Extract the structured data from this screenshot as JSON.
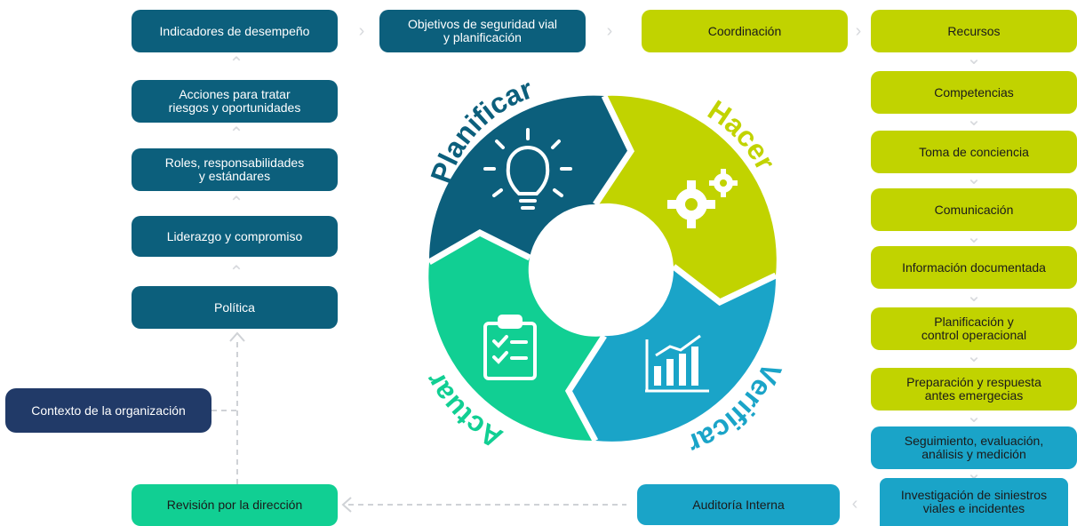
{
  "planificar": {
    "indicadores": "Indicadores de desempeño",
    "acciones": [
      "Acciones para tratar",
      "riesgos y oportunidades"
    ],
    "roles": [
      "Roles, responsabilidades",
      "y estándares"
    ],
    "liderazgo": "Liderazgo y compromiso",
    "politica": "Política",
    "objetivos": [
      "Objetivos de seguridad vial",
      "y planificación"
    ]
  },
  "hacer": {
    "coordinacion": "Coordinación",
    "recursos": "Recursos",
    "competencias": "Competencias",
    "toma_conciencia": "Toma de conciencia",
    "comunicacion": "Comunicación",
    "informacion": "Información documentada",
    "planificacion_control": [
      "Planificación y",
      "control operacional"
    ],
    "preparacion": [
      "Preparación y respuesta",
      "antes emergecias"
    ]
  },
  "verificar": {
    "seguimiento": [
      "Seguimiento, evaluación,",
      "análisis y medición"
    ],
    "investigacion": [
      "Investigación de siniestros",
      "viales e incidentes"
    ],
    "auditoria": "Auditoría Interna"
  },
  "actuar": {
    "revision": "Revisión por la dirección"
  },
  "contexto": "Contexto de la organización",
  "cycle": {
    "planificar": "Planificar",
    "hacer": "Hacer",
    "verificar": "Verificar",
    "actuar": "Actuar"
  },
  "colors": {
    "planificar": "#0c5f7c",
    "hacer": "#c1d300",
    "verificar": "#1aa4c8",
    "actuar": "#11cf93",
    "contexto": "#213a68"
  },
  "icons": {
    "planificar": "lightbulb-icon",
    "hacer": "gears-icon",
    "verificar": "bar-chart-icon",
    "actuar": "clipboard-checklist-icon"
  }
}
